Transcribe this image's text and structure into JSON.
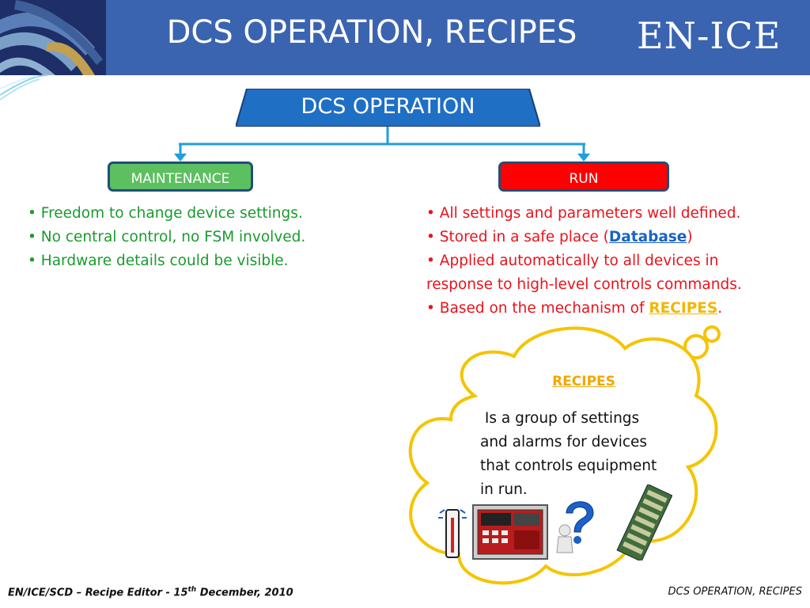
{
  "header": {
    "title": "DCS OPERATION, RECIPES",
    "brand": "EN-ICE"
  },
  "diagram": {
    "root": "DCS OPERATION",
    "maintenance": {
      "label": "MAINTENANCE",
      "bullets": [
        "Freedom to change device settings.",
        "No central control, no FSM involved.",
        "Hardware details could be visible."
      ]
    },
    "run": {
      "label": "RUN",
      "bullet1": "All settings and parameters well defined.",
      "bullet2_prefix": "Stored in a safe place (",
      "bullet2_link": "Database",
      "bullet2_suffix": ")",
      "bullet3_line1": "Applied automatically to all devices in",
      "bullet3_line2": "response to high-level controls commands.",
      "bullet4_prefix": "Based on the mechanism of ",
      "bullet4_link": "RECIPES",
      "bullet4_suffix": "."
    }
  },
  "cloud": {
    "title": "RECIPES",
    "text_line1": " Is a group of settings",
    "text_line2": "and alarms for devices",
    "text_line3": "that controls equipment",
    "text_line4": "in run.",
    "icons": [
      "thermometer-icon",
      "device-panel-icon",
      "question-person-icon",
      "circuit-board-icon"
    ]
  },
  "footer": {
    "left_prefix": "EN/ICE/SCD – Recipe Editor - 15",
    "left_sup": "th",
    "left_suffix": " December, 2010",
    "right": "DCS OPERATION, RECIPES"
  },
  "colors": {
    "header": "#3a64b0",
    "maintenance": "#5cbf60",
    "run": "#ff0000",
    "maintenance_text": "#1a9a2e",
    "run_text": "#e8131b",
    "cloud_border": "#f5c400"
  }
}
